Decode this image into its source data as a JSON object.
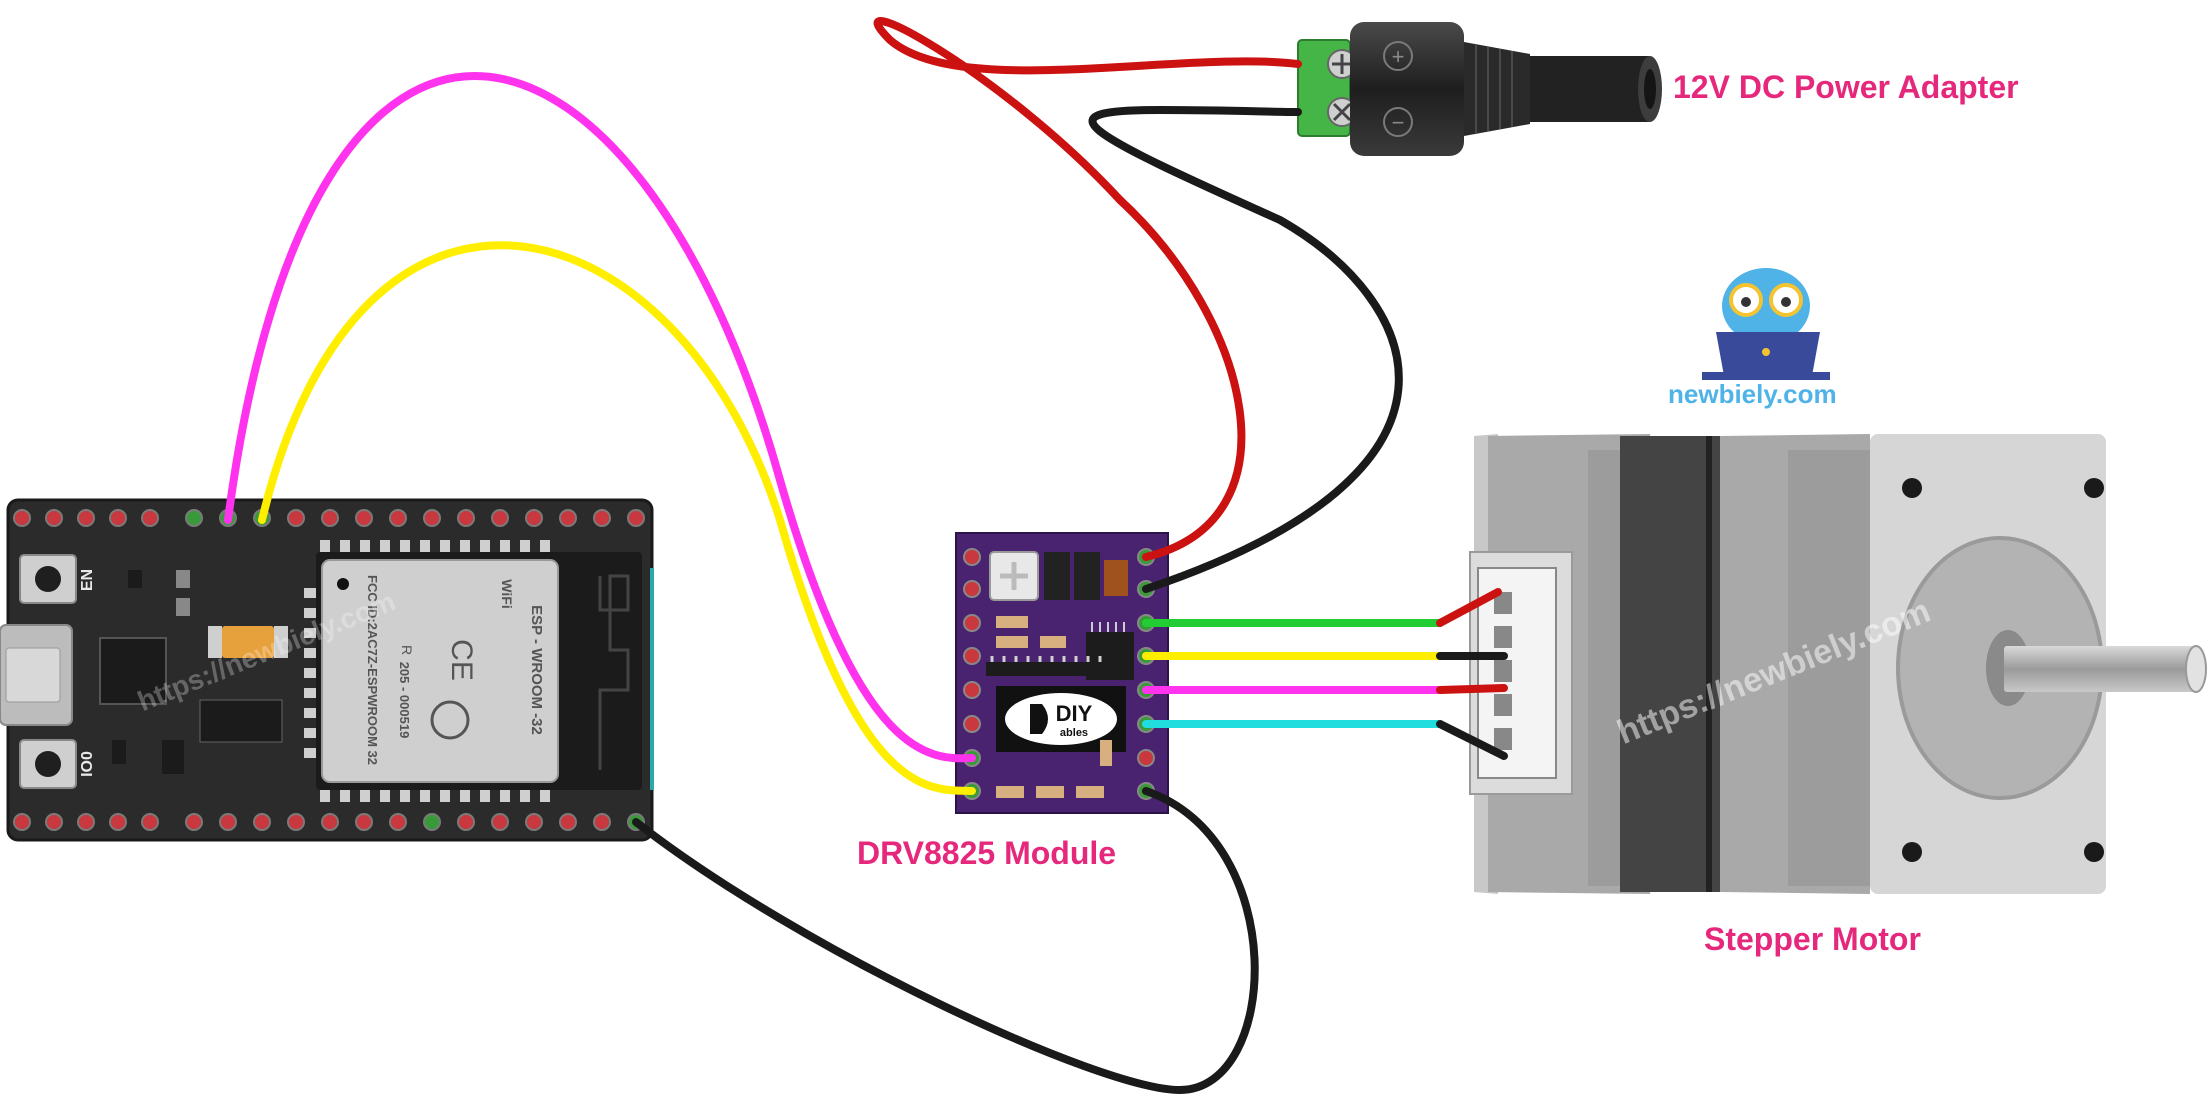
{
  "labels": {
    "power_adapter": "12V DC Power Adapter",
    "driver": "DRV8825 Module",
    "motor": "Stepper Motor",
    "brand": "newbiely.com"
  },
  "watermarks": {
    "esp32": "https://newbiely.com",
    "motor": "https://newbiely.com"
  },
  "esp32": {
    "button_en": "EN",
    "button_io0": "IO0",
    "module_title": "ESP - WROOM -32",
    "fcc_id": "FCC ID:2AC7Z-ESPWROOM 32",
    "cert_number": "205 - 000519",
    "wifi_badge": "WiFi",
    "ce_mark": "CE",
    "r_mark": "R"
  },
  "drv8825": {
    "logo_text": "DIY",
    "logo_subtext": "ables"
  },
  "power_jack": {
    "plus_symbol": "+",
    "minus_symbol": "−"
  },
  "colors": {
    "label": "#e6287c",
    "wire_magenta": "#ff33ee",
    "wire_yellow": "#ffee00",
    "wire_red": "#cc1111",
    "wire_black": "#1a1a1a",
    "wire_green": "#22cc33",
    "wire_cyan": "#22dddd",
    "board_esp32": "#2b2b2b",
    "board_drv8825": "#4a2370",
    "brand": "#4fb3e8"
  }
}
